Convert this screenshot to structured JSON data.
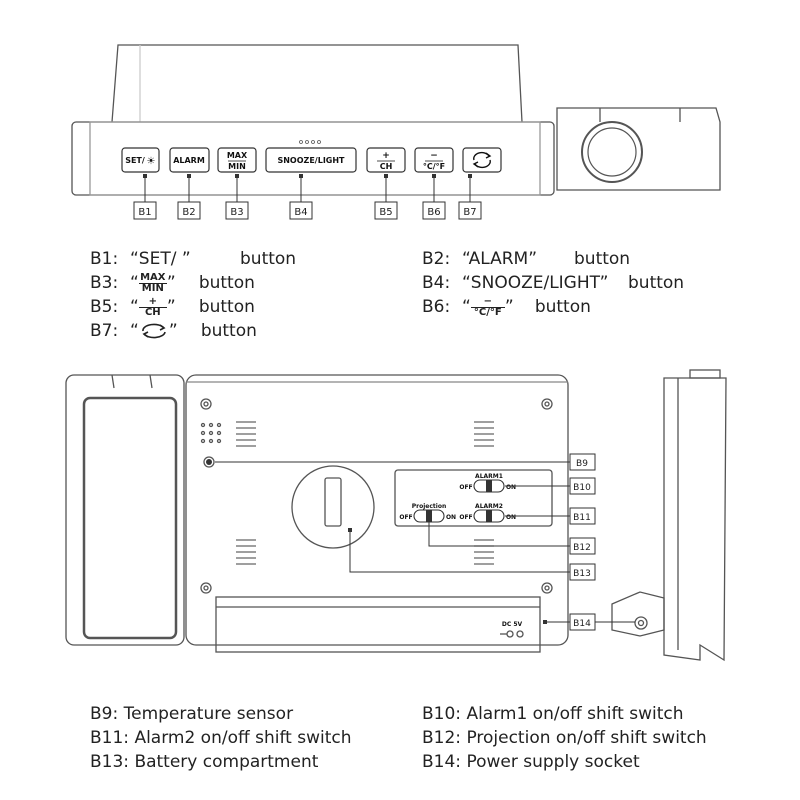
{
  "top_buttons": {
    "set": "SET/",
    "alarm": "ALARM",
    "max": "MAX",
    "min": "MIN",
    "snooze": "SNOOZE/LIGHT",
    "plus": "+",
    "ch": "CH",
    "minus": "−",
    "cf": "°C/°F"
  },
  "callouts": [
    "B1",
    "B2",
    "B3",
    "B4",
    "B5",
    "B6",
    "B7",
    "B9",
    "B10",
    "B11",
    "B12",
    "B13",
    "B14"
  ],
  "legend_top": {
    "b1_id": "B1:",
    "b1_text": "“SET/ ”",
    "b2_id": "B2:",
    "b2_text": "“ALARM”",
    "b3_id": "B3:",
    "b4_id": "B4:",
    "b4_text": "“SNOOZE/LIGHT”",
    "b5_id": "B5:",
    "b6_id": "B6:",
    "b7_id": "B7:",
    "open_quote": "“",
    "close_quote": "”",
    "button_word": "button"
  },
  "back_panel": {
    "alarm1": "ALARM1",
    "alarm2": "ALARM2",
    "projection": "Projection",
    "off": "OFF",
    "on": "ON",
    "dc": "DC 5V"
  },
  "legend_bottom": [
    {
      "id": "B9:",
      "text": "Temperature sensor"
    },
    {
      "id": "B10:",
      "text": "Alarm1 on/off shift switch"
    },
    {
      "id": "B11:",
      "text": "Alarm2 on/off shift switch"
    },
    {
      "id": "B12:",
      "text": "Projection on/off shift switch"
    },
    {
      "id": "B13:",
      "text": "Battery compartment"
    },
    {
      "id": "B14:",
      "text": "Power supply socket"
    }
  ]
}
